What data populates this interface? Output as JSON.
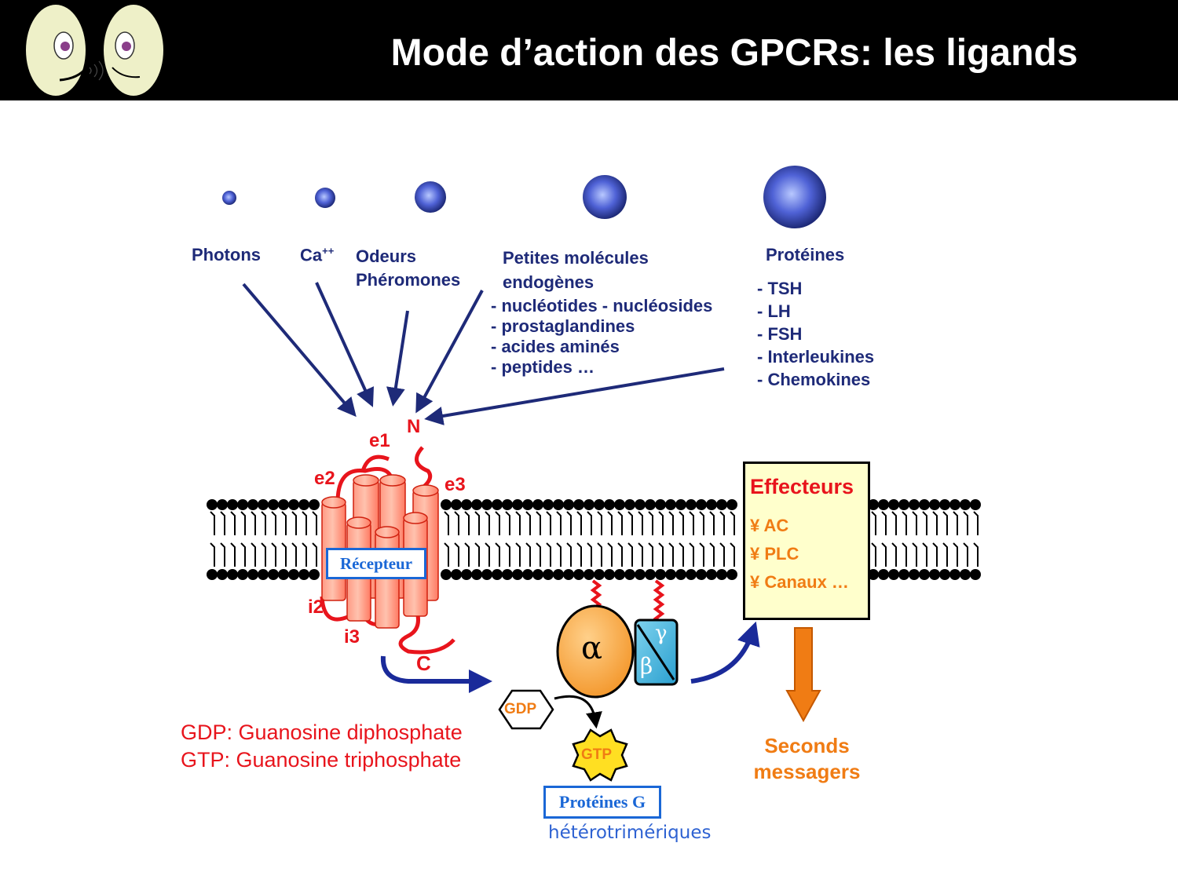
{
  "slide": {
    "title": "Mode d’action des GPCRs: les ligands"
  },
  "ligands": {
    "photons": "Photons",
    "calcium": "Ca",
    "calcium_sup": "++",
    "odeurs": [
      "Odeurs",
      "Phéromones"
    ],
    "petites": {
      "heading": [
        "Petites molécules",
        "endogènes"
      ],
      "items": [
        "- nucléotides - nucléosides",
        "- prostaglandines",
        "- acides aminés",
        "- peptides …"
      ]
    },
    "proteines": {
      "heading": "Protéines",
      "items": [
        "- TSH",
        "- LH",
        "- FSH",
        "- Interleukines",
        "- Chemokines"
      ]
    }
  },
  "receptor": {
    "n_label": "N",
    "c_label": "C",
    "e1": "e1",
    "e2": "e2",
    "e3": "e3",
    "i2": "i2",
    "i3": "i3",
    "box_label": "Récepteur"
  },
  "gprotein": {
    "alpha": "α",
    "beta": "β",
    "gamma": "γ",
    "gdp": "GDP",
    "gtp": "GTP",
    "box_label": "Protéines G",
    "subtitle": "hétérotrimériques"
  },
  "effecteurs": {
    "title": "Effecteurs",
    "items": [
      "¥ AC",
      "¥ PLC",
      "¥ Canaux …"
    ]
  },
  "seconds": [
    "Seconds",
    "messagers"
  ],
  "legend": [
    "GDP: Guanosine diphosphate",
    "GTP: Guanosine triphosphate"
  ],
  "colors": {
    "navy": "#1e2a78",
    "red": "#e8141c",
    "orange": "#f07c14",
    "blue_label": "#1a67d6",
    "header": "#000000"
  }
}
